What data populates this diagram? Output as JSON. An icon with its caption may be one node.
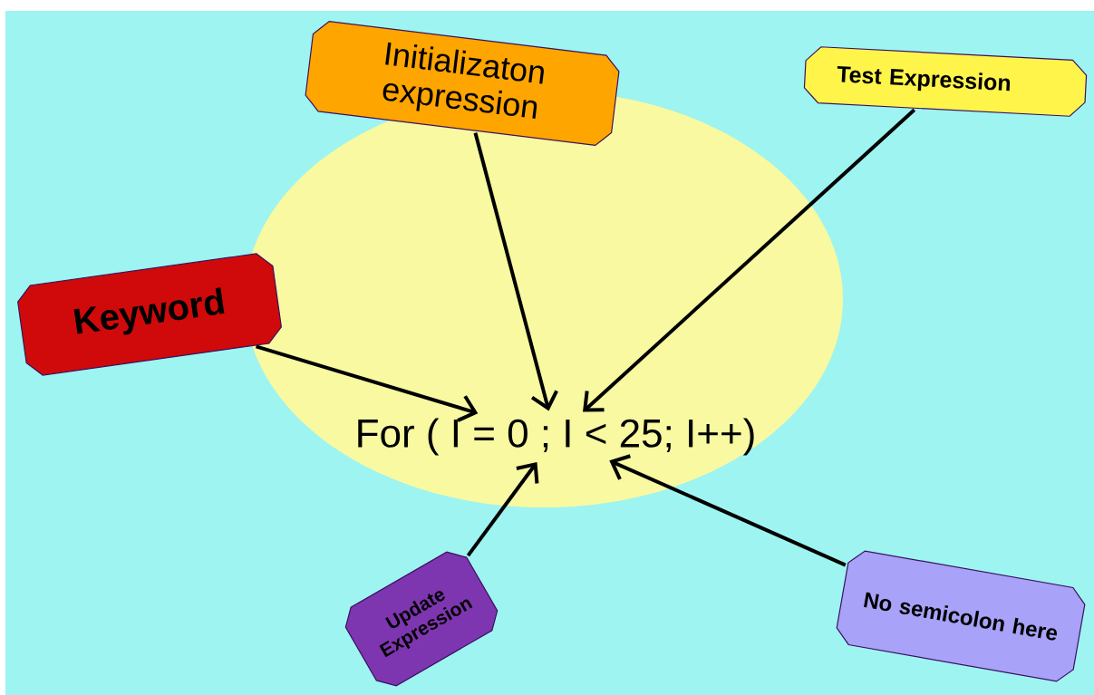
{
  "diagram": {
    "nodes": [
      {
        "text": [
          "Initializaton expression"
        ]
      },
      {
        "text": [
          "Test Expression"
        ]
      },
      {
        "text": [
          "Keyword"
        ]
      },
      {
        "text": [
          "For  ( I = 0 ; I < 25; I++)"
        ]
      },
      {
        "text": [
          "Update Expression"
        ]
      },
      {
        "text": [
          "No semicolon here"
        ]
      }
    ],
    "edges": [
      {
        "from": 0,
        "to": 3,
        "arrow": "to"
      },
      {
        "from": 1,
        "to": 3,
        "arrow": "to"
      },
      {
        "from": 2,
        "to": 3,
        "arrow": "to"
      },
      {
        "from": 4,
        "to": 3,
        "arrow": "to"
      },
      {
        "from": 5,
        "to": 3,
        "arrow": "to"
      }
    ]
  }
}
